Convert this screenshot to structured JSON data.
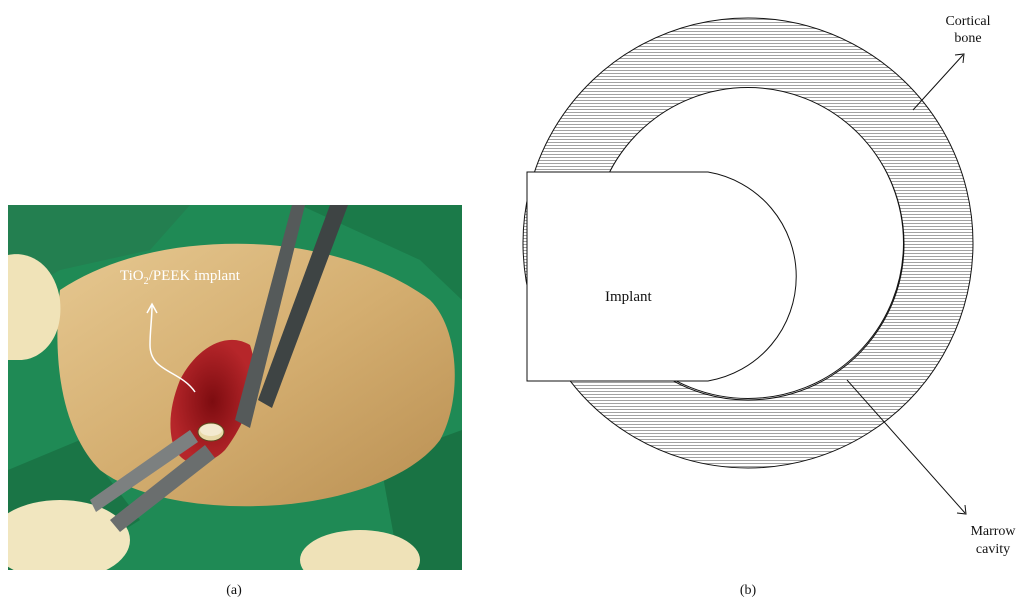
{
  "panel_a": {
    "caption": "(a)",
    "implant_label": {
      "prefix": "TiO",
      "subscript": "2",
      "suffix": "/PEEK implant"
    }
  },
  "panel_b": {
    "caption": "(b)",
    "labels": {
      "cortical_line1": "Cortical",
      "cortical_line2": "bone",
      "implant": "Implant",
      "marrow_line1": "Marrow",
      "marrow_line2": "cavity"
    }
  },
  "colors": {
    "surgical_drape": "#1f8a55",
    "skin": "#d7b57a",
    "tissue_red": "#a8161c",
    "hatch": "#7a7a7a"
  }
}
